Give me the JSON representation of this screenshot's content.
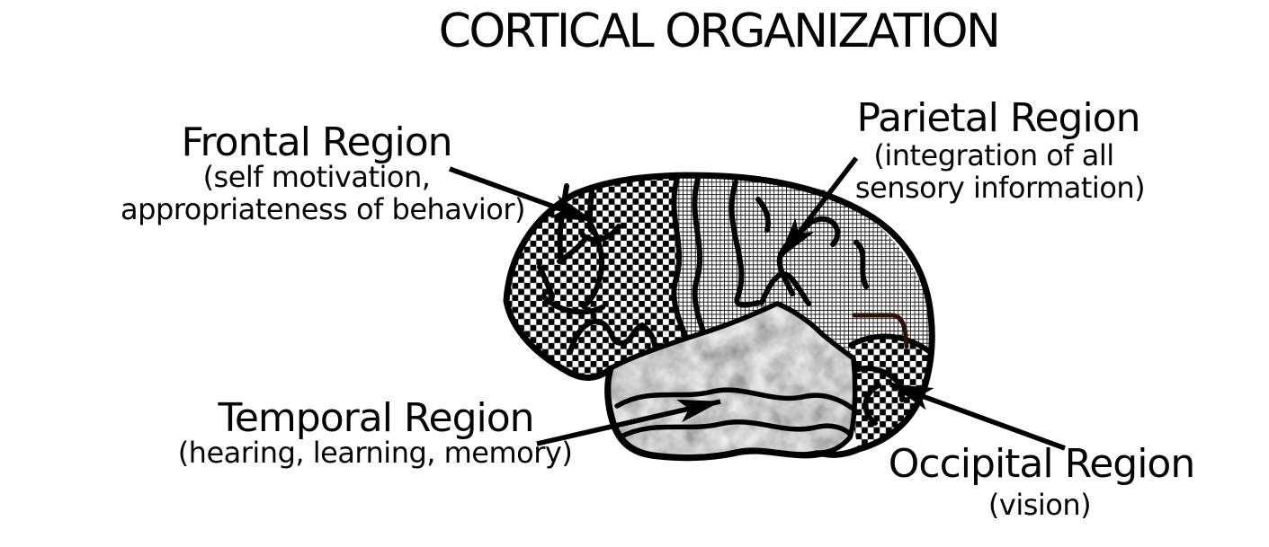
{
  "title": "CORTICAL ORGANIZATION",
  "colors": {
    "ink": "#000000",
    "background": "#ffffff",
    "temporal_texture_gray": "#9a9a9a",
    "parietal_accent_line": "#2b1008"
  },
  "regions": {
    "frontal": {
      "label": "Frontal Region",
      "desc1": "(self motivation,",
      "desc2": "appropriateness of behavior)",
      "texture": "checkerboard"
    },
    "parietal": {
      "label": "Parietal Region",
      "desc1": "(integration of all",
      "desc2": "sensory information)",
      "texture": "crosshatch-grid"
    },
    "temporal": {
      "label": "Temporal Region",
      "desc1": "(hearing, learning, memory)",
      "texture": "mottled-gray"
    },
    "occipital": {
      "label": "Occipital Region",
      "desc1": "(vision)",
      "texture": "checkerboard"
    }
  }
}
